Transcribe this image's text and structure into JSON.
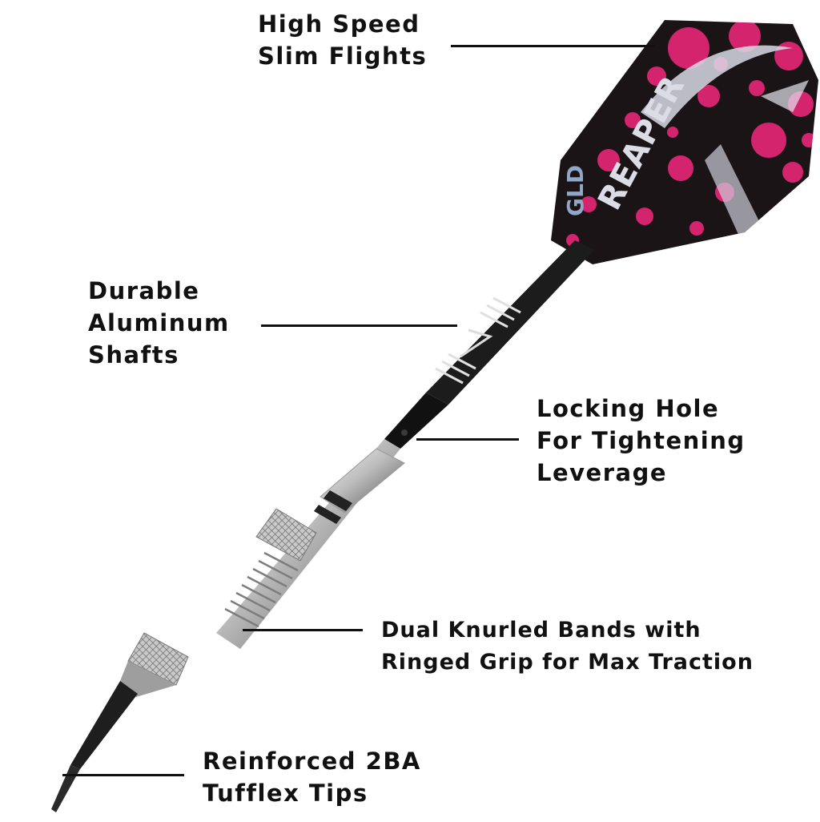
{
  "callouts": [
    {
      "id": "flights",
      "lines": [
        "High Speed",
        "Slim Flights"
      ]
    },
    {
      "id": "shafts",
      "lines": [
        "Durable",
        "Aluminum",
        "Shafts"
      ]
    },
    {
      "id": "locking-hole",
      "lines": [
        "Locking Hole",
        "For Tightening",
        "Leverage"
      ]
    },
    {
      "id": "barrel-grip",
      "lines": [
        "Dual Knurled Bands with",
        "Ringed Grip for Max Traction"
      ]
    },
    {
      "id": "tips",
      "lines": [
        "Reinforced 2BA",
        "Tufflex Tips"
      ]
    }
  ],
  "flight_print": {
    "logo": "GLD",
    "word": "REAPER"
  },
  "colors": {
    "flight_pink": "#d4246e",
    "flight_black": "#1a1416",
    "metal": "#bdbdbd",
    "text": "#111111"
  }
}
